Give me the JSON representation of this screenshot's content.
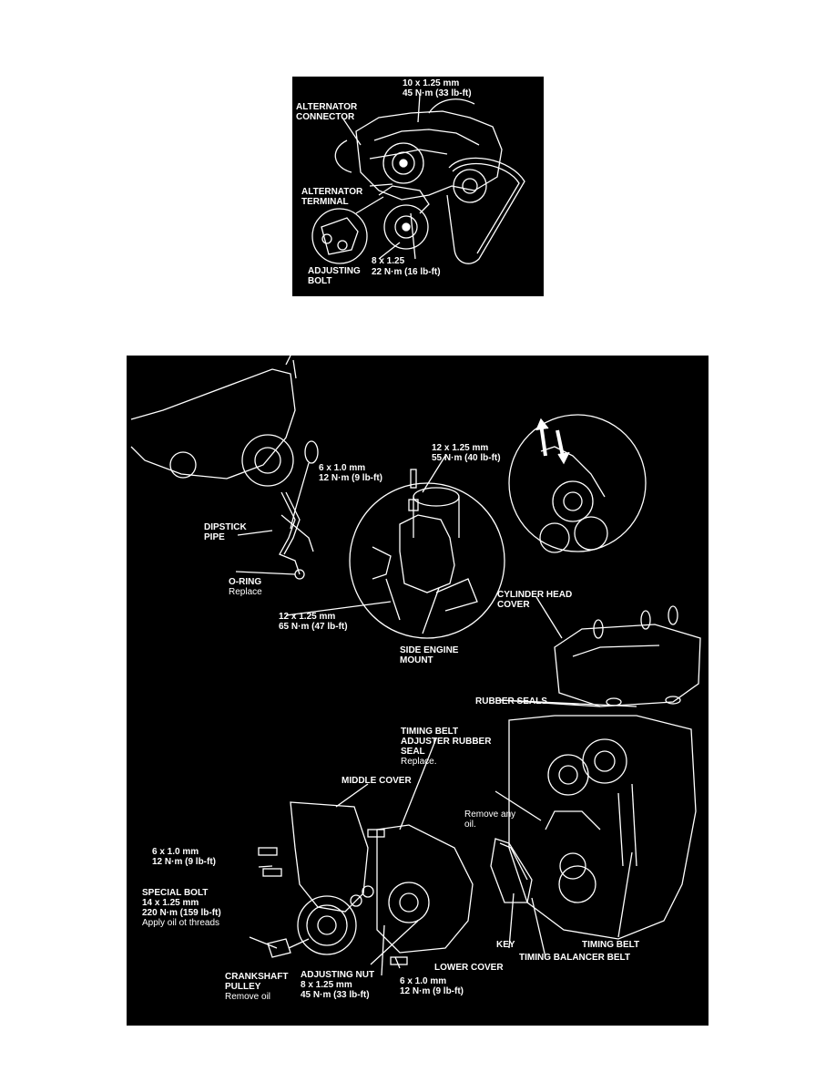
{
  "top_diagram": {
    "bolt_top": {
      "size": "10 x 1.25 mm",
      "torque": "45 N·m (33 lb-ft)"
    },
    "alternator_connector": [
      "ALTERNATOR",
      "CONNECTOR"
    ],
    "alternator_terminal": [
      "ALTERNATOR",
      "TERMINAL"
    ],
    "adjusting_bolt": [
      "ADJUSTING",
      "BOLT"
    ],
    "bolt_bottom": {
      "size": "8 x 1.25",
      "torque": "22 N·m (16 lb-ft)"
    }
  },
  "bottom_diagram": {
    "dipstick_pipe": [
      "DIPSTICK",
      "PIPE"
    ],
    "dipstick_bolt": {
      "size": "6 x 1.0 mm",
      "torque": "12 N·m (9 lb-ft)"
    },
    "o_ring": {
      "name": "O-RING",
      "note": "Replace"
    },
    "mount_bolt_top": {
      "size": "12 x 1.25 mm",
      "torque": "55 N·m (40 lb-ft)"
    },
    "mount_bolt_bottom": {
      "size": "12 x 1.25 mm",
      "torque": "65 N·m (47 lb-ft)"
    },
    "side_engine_mount": [
      "SIDE ENGINE",
      "MOUNT"
    ],
    "cylinder_head_cover": [
      "CYLINDER HEAD",
      "COVER"
    ],
    "rubber_seals": "RUBBER SEALS",
    "adjuster_seal": {
      "lines": [
        "TIMING BELT",
        "ADJUSTER RUBBER",
        "SEAL"
      ],
      "note": "Replace."
    },
    "middle_cover": "MIDDLE COVER",
    "remove_oil_note": [
      "Remove any",
      "oil."
    ],
    "middle_cover_bolt": {
      "size": "6 x 1.0 mm",
      "torque": "12 N·m (9 lb-ft)"
    },
    "special_bolt": {
      "name": "SPECIAL BOLT",
      "size": "14 x 1.25 mm",
      "torque": "220 N·m (159 lb-ft)",
      "note": "Apply oil ot threads"
    },
    "key": "KEY",
    "timing_belt": "TIMING BELT",
    "timing_balancer_belt": "TIMING BALANCER BELT",
    "lower_cover": "LOWER COVER",
    "lower_cover_bolt": {
      "size": "6 x 1.0 mm",
      "torque": "12 N·m (9 lb-ft)"
    },
    "crankshaft_pulley": {
      "lines": [
        "CRANKSHAFT",
        "PULLEY"
      ],
      "note": "Remove oil"
    },
    "adjusting_nut": {
      "name": "ADJUSTING NUT",
      "size": "8 x 1.25 mm",
      "torque": "45 N·m (33 lb-ft)"
    }
  }
}
